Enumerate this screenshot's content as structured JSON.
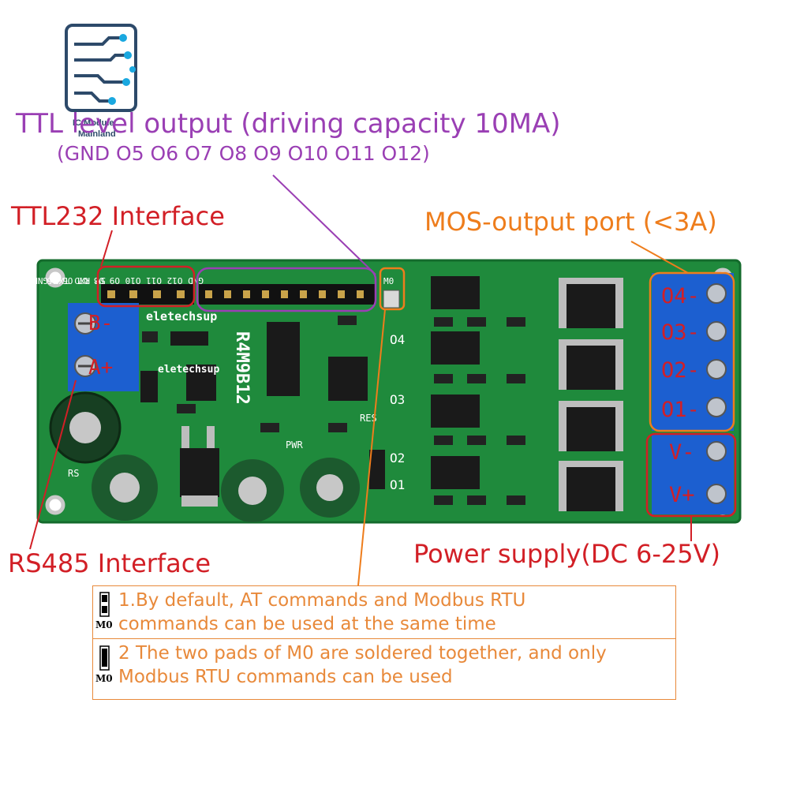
{
  "logo": {
    "line1": "IC Module",
    "line2": "Mainland"
  },
  "ttl_output": {
    "title": "TTL level output (driving capacity 10MA)",
    "pins": "(GND O5 O6 O7 O8 O9 O10 O11 O12)"
  },
  "ttl232_label": "TTL232 Interface",
  "mos_label": "MOS-output port (<3A)",
  "rs485_label": "RS485 Interface",
  "power_label": "Power supply(DC 6-25V)",
  "board": {
    "silk_header_left": "5V RXD TXD GND",
    "silk_header_main": "GND O12 O11 O10 O9 O8 O7 O6 O5",
    "silk_m0": "M0",
    "brand": "eletechsup",
    "model": "R4M9B12",
    "res": "RES",
    "pwr": "PWR",
    "rs": "RS",
    "terminal_left": [
      "B-",
      "A+"
    ],
    "terminal_right": [
      "O4-",
      "O3-",
      "O2-",
      "O1-",
      "V-",
      "V+"
    ],
    "output_leds": [
      "O4",
      "O3",
      "O2",
      "O1"
    ]
  },
  "notes": [
    {
      "jumper": "M0",
      "text_a": "1.By default, AT commands and Modbus RTU",
      "text_b": "commands can be used at the same time"
    },
    {
      "jumper": "M0",
      "text_a": "2 The two pads of M0 are soldered together, and only",
      "text_b": "Modbus RTU commands can be used"
    }
  ],
  "colors": {
    "pcb": "#1f8a3c",
    "terminal": "#1c5fd0",
    "callout_red": "#d21f26",
    "callout_orange": "#ee7d1c",
    "callout_purple": "#9a3fb4"
  }
}
